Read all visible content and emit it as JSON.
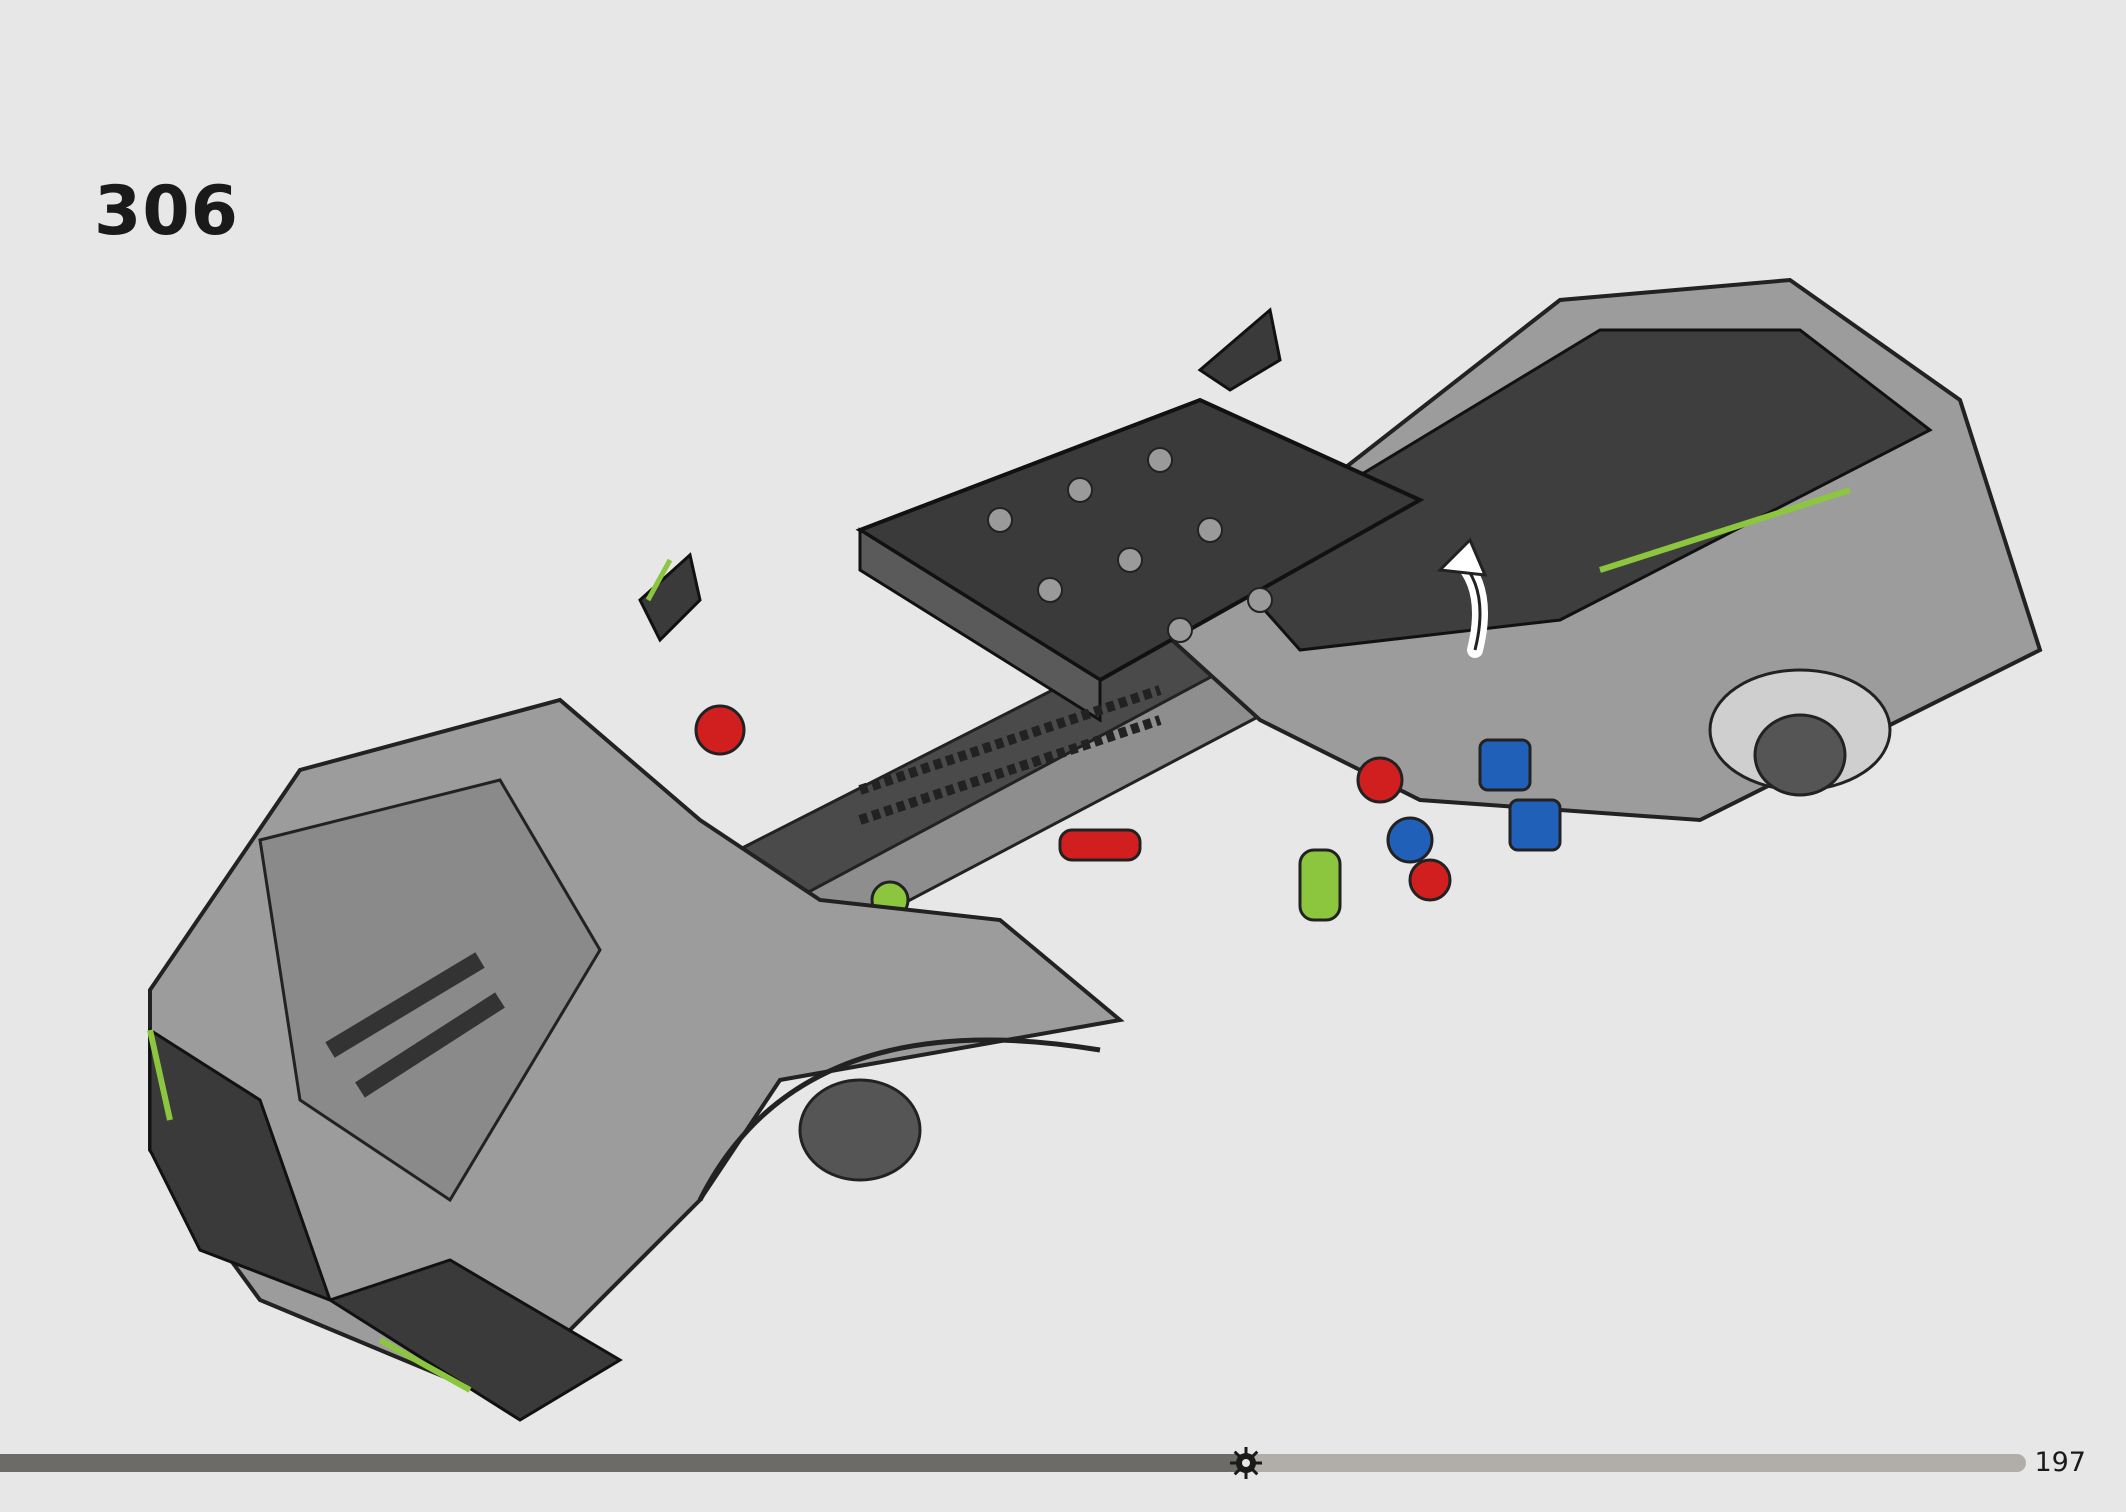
{
  "instruction": {
    "step_number": "306",
    "page_number": "197"
  },
  "progress": {
    "fraction": 0.615
  },
  "icons": {
    "progress_marker": "gear-icon",
    "model": "lego-technic-car-chassis",
    "action_arrow": "rotate-arrow-icon"
  },
  "colors": {
    "background": "#e7e7e7",
    "progress_fill": "#6d6b68",
    "progress_track": "#b1aeaa",
    "body_dark": "#3a3a3a",
    "body_light": "#9a9a9a",
    "accent_green": "#8cc63f",
    "accent_red": "#d11f1f",
    "accent_blue": "#2060b8"
  }
}
